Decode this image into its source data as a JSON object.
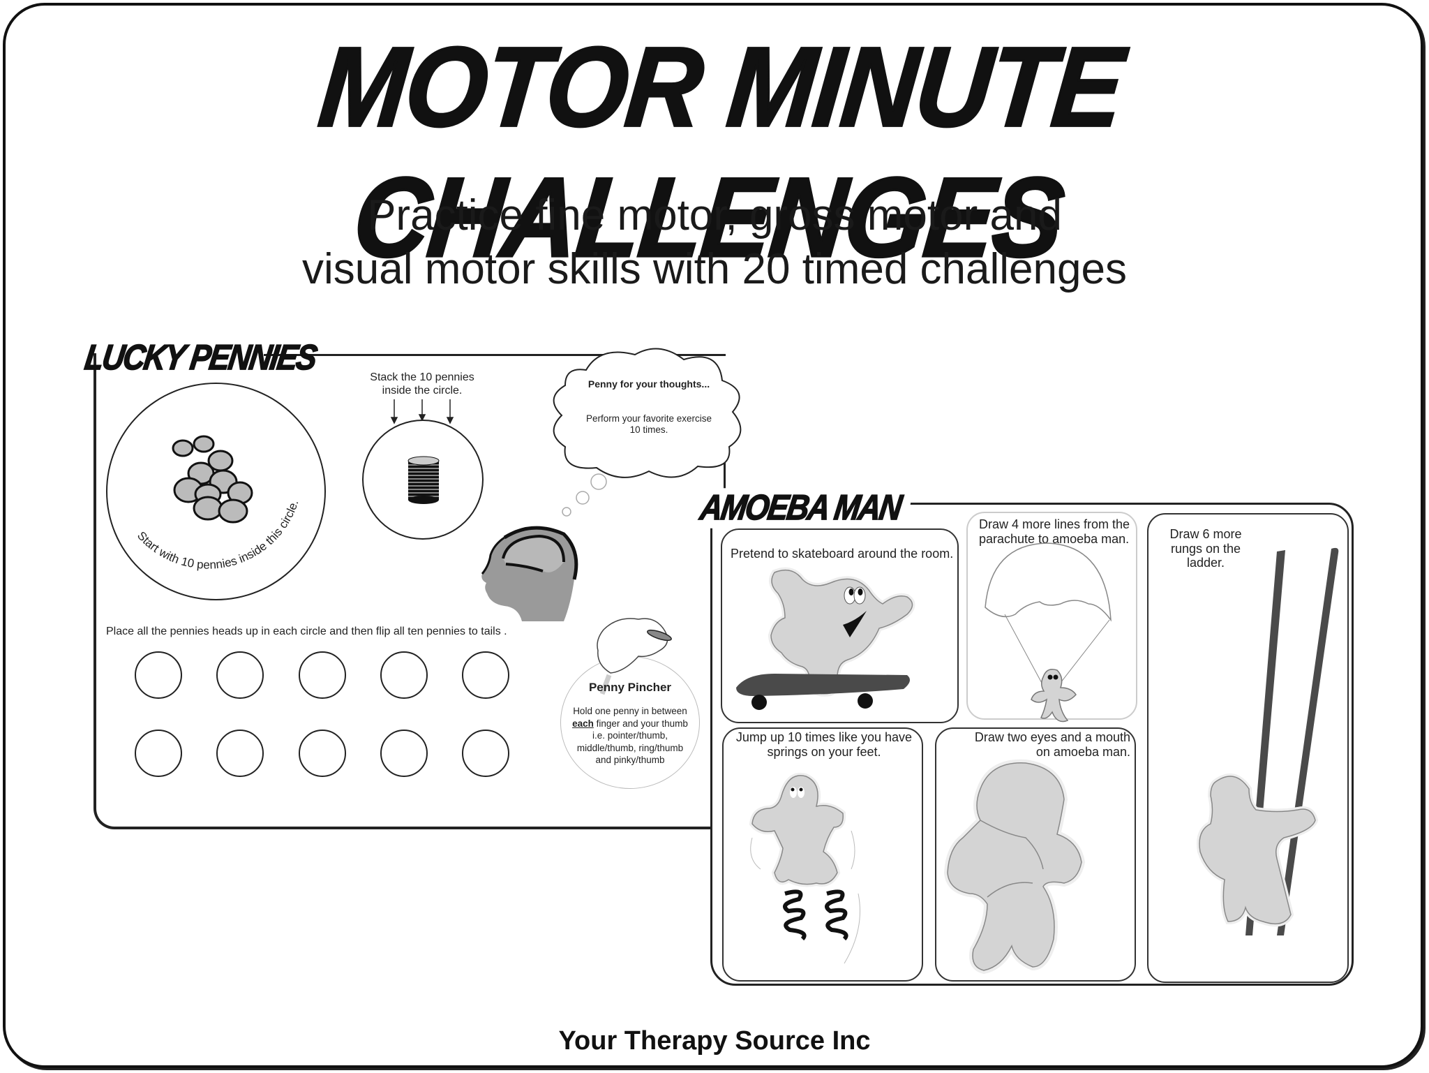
{
  "header": {
    "title": "MOTOR MINUTE CHALLENGES",
    "subtitle_line1": "Practice fine motor, gross motor and",
    "subtitle_line2": "visual motor skills with 20 timed challenges"
  },
  "lucky_pennies": {
    "heading": "LUCKY PENNIES",
    "start_circle_text": "Start with 10 pennies inside this circle.",
    "stack_instruction_line1": "Stack the 10 pennies",
    "stack_instruction_line2": "inside the circle.",
    "thought_bubble": {
      "title": "Penny for your thoughts...",
      "body_line1": "Perform your favorite exercise",
      "body_line2": "10 times."
    },
    "flip_instruction": "Place all the pennies heads up in each circle and then flip all ten pennies to tails .",
    "circle_grid": {
      "rows": 2,
      "columns": 5
    },
    "penny_pincher": {
      "title": "Penny Pincher",
      "line1": "Hold one penny in between",
      "line2_emphasis": "each",
      "line2_rest": " finger and your thumb",
      "line3": "i.e. pointer/thumb,",
      "line4": "middle/thumb, ring/thumb",
      "line5": "and pinky/thumb"
    }
  },
  "amoeba_man": {
    "heading": "AMOEBA MAN",
    "panels": [
      {
        "id": "skateboard",
        "label": "Pretend to skateboard around the room."
      },
      {
        "id": "parachute",
        "label_line1": "Draw 4 more lines from the",
        "label_line2": "parachute to amoeba man."
      },
      {
        "id": "ladder",
        "label_line1": "Draw 6 more",
        "label_line2": "rungs on the",
        "label_line3": "ladder."
      },
      {
        "id": "springs",
        "label_line1": "Jump up 10 times like you have",
        "label_line2": "springs on your feet."
      },
      {
        "id": "face",
        "label_line1": "Draw two eyes and a mouth",
        "label_line2": "on amoeba man."
      }
    ]
  },
  "footer": {
    "publisher": "Your Therapy Source Inc"
  },
  "colors": {
    "ink": "#111111",
    "amoeba_fill": "#d4d4d4",
    "dark_gray": "#4a4a4a",
    "head_gray": "#9a9a9a"
  }
}
